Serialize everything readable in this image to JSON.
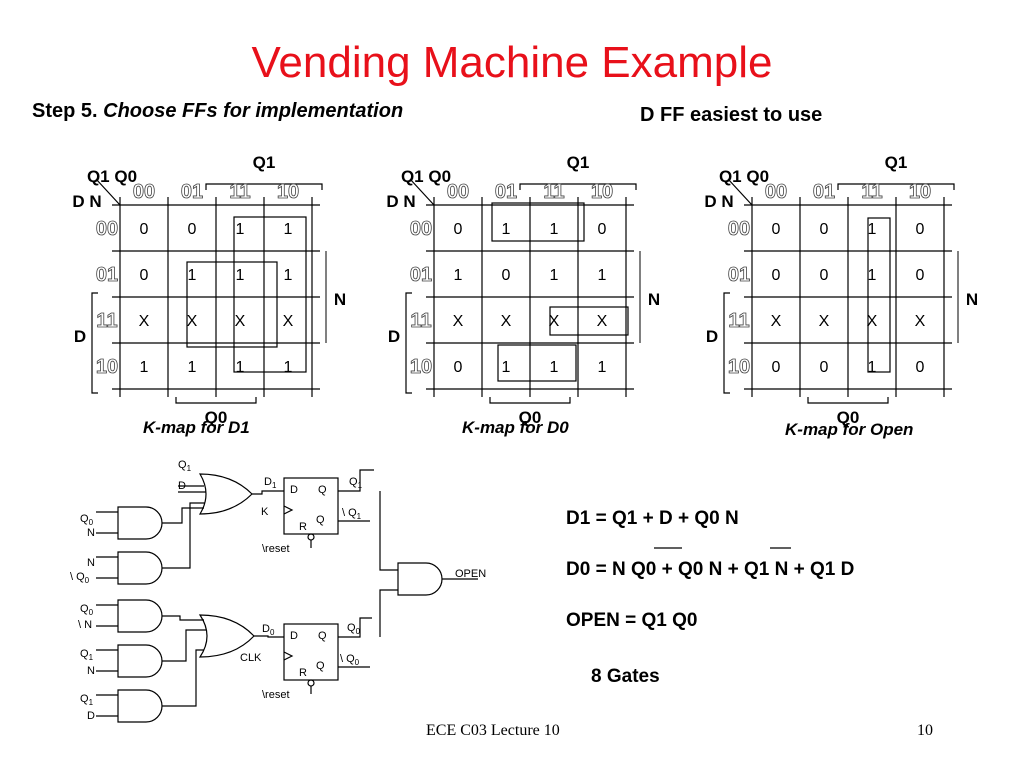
{
  "slide": {
    "title": "Vending Machine Example",
    "step_label": "Step 5.",
    "step_text": "Choose FFs for implementation",
    "dff_note": "D FF easiest to use",
    "gates_note": "8 Gates",
    "footer_course": "ECE C03 Lecture 10",
    "footer_page": "10"
  },
  "kmap_labels": {
    "top_var": "Q1",
    "corner_top": "Q1 Q0",
    "corner_side": "D N",
    "side_right": "N",
    "side_left": "D",
    "bottom_var": "Q0",
    "col_codes": [
      "00",
      "01",
      "11",
      "10"
    ],
    "row_codes": [
      "00",
      "01",
      "11",
      "10"
    ]
  },
  "kmaps": [
    {
      "caption": "K-map for D1",
      "cells": [
        [
          "0",
          "0",
          "1",
          "1"
        ],
        [
          "0",
          "1",
          "1",
          "1"
        ],
        [
          "X",
          "X",
          "X",
          "X"
        ],
        [
          "1",
          "1",
          "1",
          "1"
        ]
      ]
    },
    {
      "caption": "K-map for D0",
      "cells": [
        [
          "0",
          "1",
          "1",
          "0"
        ],
        [
          "1",
          "0",
          "1",
          "1"
        ],
        [
          "X",
          "X",
          "X",
          "X"
        ],
        [
          "0",
          "1",
          "1",
          "1"
        ]
      ]
    },
    {
      "caption": "K-map for Open",
      "cells": [
        [
          "0",
          "0",
          "1",
          "0"
        ],
        [
          "0",
          "0",
          "1",
          "0"
        ],
        [
          "X",
          "X",
          "X",
          "X"
        ],
        [
          "0",
          "0",
          "1",
          "0"
        ]
      ]
    }
  ],
  "equations": {
    "d1": "D1 = Q1 + D + Q0 N",
    "d0": "D0 = N Q0  +  Q0 N  +  Q1 N  +  Q1 D",
    "open": "OPEN = Q1 Q0"
  },
  "circuit": {
    "ff_d": "D",
    "ff_q": "Q",
    "ff_r": "R",
    "ff_q_bar": "\\ Q",
    "reset": "\\reset",
    "clk": "CLK",
    "clk_partial": "K",
    "open_out": "OPEN",
    "q1": "Q",
    "q1_sub": "1",
    "q0": "Q",
    "q0_sub": "0",
    "d1": "D",
    "d1_sub": "1",
    "d0": "D",
    "d0_sub": "0",
    "in_d": "D",
    "in_n": "N",
    "in_n_bar": "\\ N",
    "in_q0_bar": "\\ Q",
    "sub0": "0",
    "sub1": "1"
  }
}
